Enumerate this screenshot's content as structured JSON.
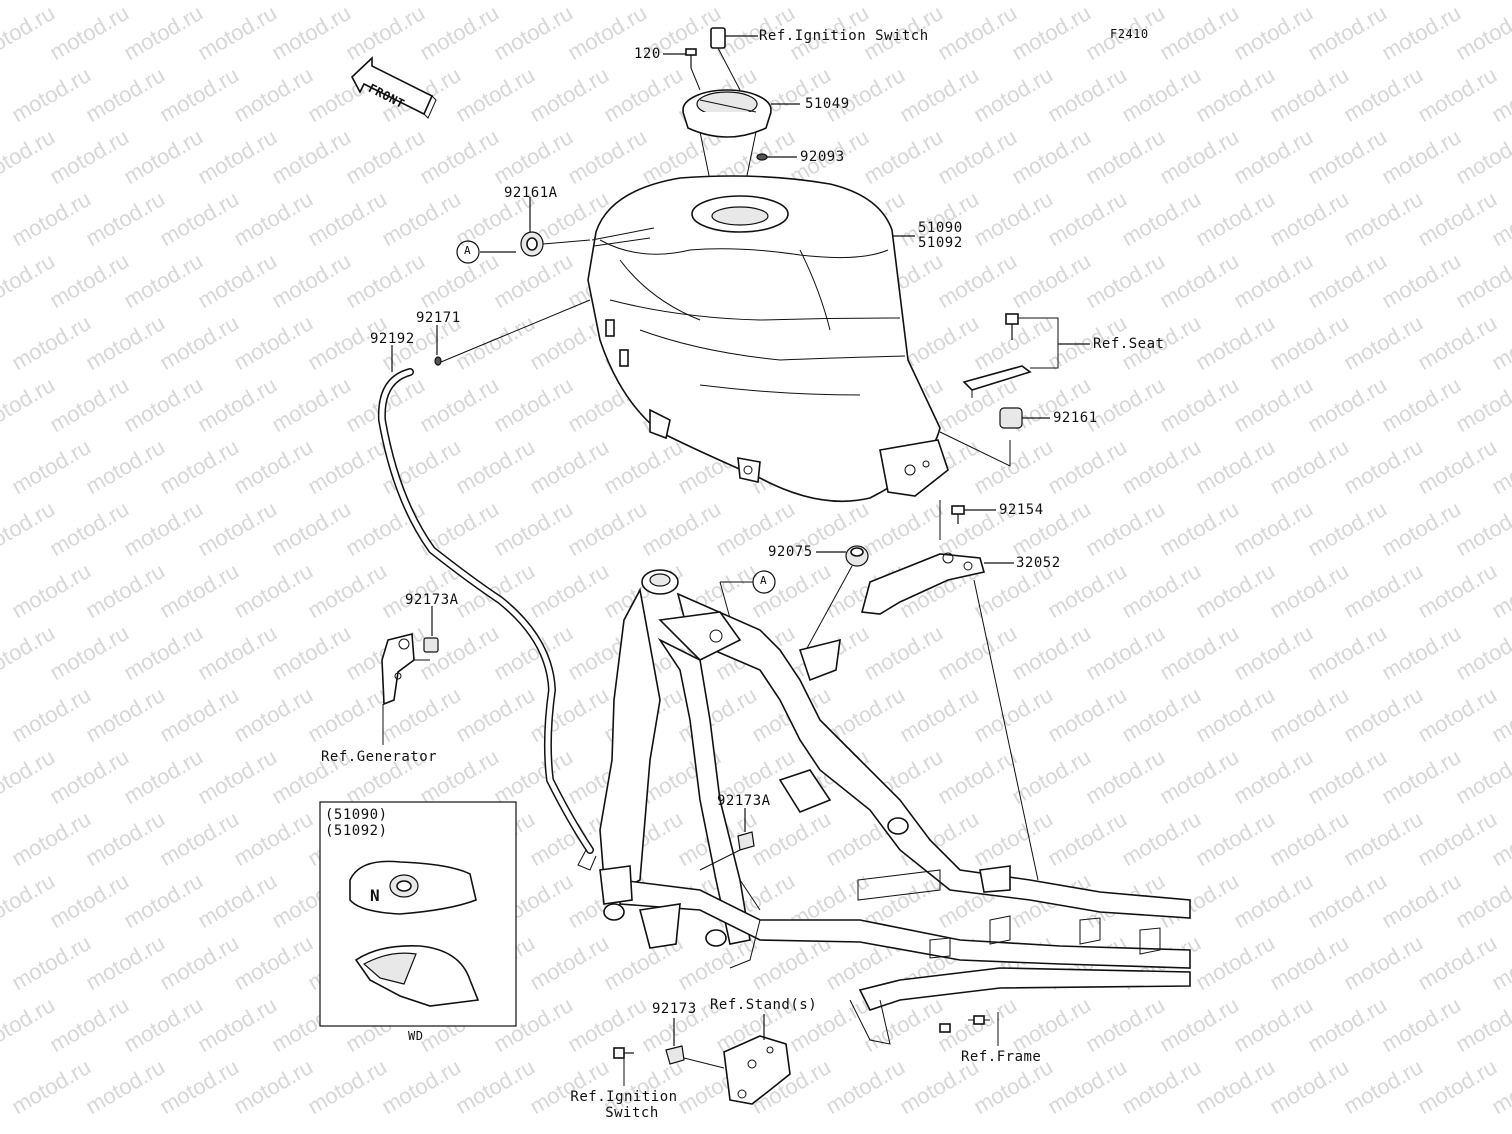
{
  "figure_code": "F2410",
  "watermark": "motod.ru",
  "front_arrow": {
    "text": "FRONT",
    "icon": "front-arrow-icon"
  },
  "labels": {
    "ref_ignition_switch_top": "Ref.Ignition Switch",
    "p120": "120",
    "p51049": "51049",
    "p92093": "92093",
    "p92161a": "92161A",
    "p51090": "51090",
    "p51092": "51092",
    "callout_a": "A",
    "p92171": "92171",
    "p92192": "92192",
    "ref_seat": "Ref.Seat",
    "p92161": "92161",
    "p92154": "92154",
    "p92075": "92075",
    "p32052": "32052",
    "p92173a_left": "92173A",
    "ref_generator": "Ref.Generator",
    "p92173a_mid": "92173A",
    "p92173": "92173",
    "ref_stand": "Ref.Stand(s)",
    "ref_ignition_switch_bottom_1": "Ref.Ignition",
    "ref_ignition_switch_bottom_2": "Switch",
    "ref_frame": "Ref.Frame"
  },
  "inset": {
    "line1": "(51090)",
    "line2": "(51092)",
    "caption": "WD",
    "badge": "N"
  },
  "colors": {
    "line": "#111111",
    "watermark": "#d7d7d7",
    "background": "#ffffff"
  }
}
